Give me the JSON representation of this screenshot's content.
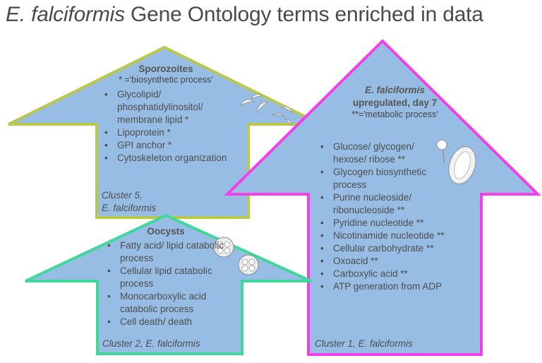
{
  "title": {
    "species": "E. falciformis",
    "rest": " Gene Ontology terms enriched in data"
  },
  "colors": {
    "arrow_fill": "#97bde4",
    "sporozoites_border": "#b9c84a",
    "oocysts_border": "#3fd89a",
    "day7_border": "#f23fe8"
  },
  "sporozoites": {
    "heading": "Sporozoites",
    "note": "* ='biosynthetic process'",
    "items": [
      "Glycolipid/ phosphatidylinositol/ membrane lipid *",
      "Lipoprotein *",
      "GPI anchor *",
      "Cytoskeleton organization"
    ],
    "cluster_line1": "Cluster 5,",
    "cluster_line2": "E. falciformis"
  },
  "oocysts": {
    "heading": "Oocysts",
    "items": [
      "Fatty acid/ lipid catabolic process",
      "Cellular lipid catabolic process",
      "Monocarboxylic acid catabolic process",
      "Cell death/ death"
    ],
    "cluster": "Cluster 2, E. falciformis"
  },
  "day7": {
    "heading_species": "E. falciformis",
    "heading_rest": "upregulated, day 7",
    "note": "**='metabolic process'",
    "items": [
      "Glucose/ glycogen/ hexose/ ribose **",
      "Glycogen biosynthetic process",
      "Purine nucleoside/ ribonucleoside **",
      "Pyridine nucleotide **",
      "Nicotinamide nucleotide **",
      "Cellular carbohydrate **",
      "Oxoacid **",
      "Carboxylic acid **",
      "ATP generation from ADP"
    ],
    "cluster": "Cluster 1, E. falciformis"
  }
}
